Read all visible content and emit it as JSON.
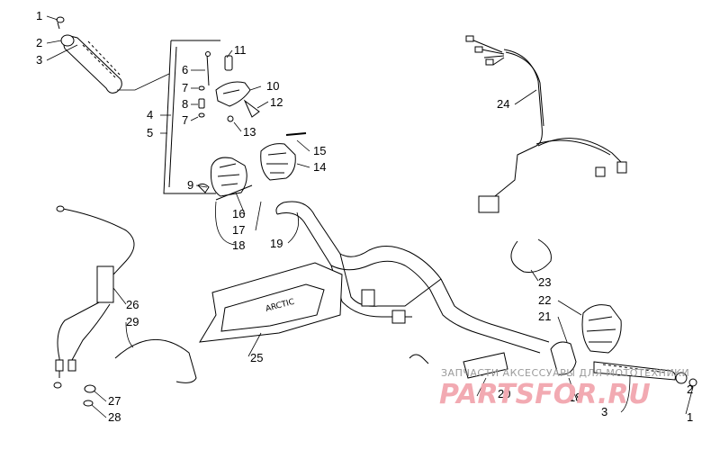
{
  "callouts": {
    "c1a": "1",
    "c2a": "2",
    "c3a": "3",
    "c4": "4",
    "c5": "5",
    "c6": "6",
    "c7a": "7",
    "c8": "8",
    "c7b": "7",
    "c9": "9",
    "c10": "10",
    "c11": "11",
    "c12": "12",
    "c13": "13",
    "c14": "14",
    "c15": "15",
    "c16": "16",
    "c17": "17",
    "c18a": "18",
    "c19": "19",
    "c20": "20",
    "c21": "21",
    "c22": "22",
    "c23": "23",
    "c24": "24",
    "c25": "25",
    "c26": "26",
    "c27": "27",
    "c28": "28",
    "c29": "29",
    "c18b": "18",
    "c2b": "2",
    "c3b": "3",
    "c1b": "1"
  },
  "watermark": {
    "tagline": "ЗАПЧАСТИ АКСЕССУАРЫ ДЛЯ МОТОТЕХНИКИ",
    "brand": "PARTSFOR.RU"
  }
}
